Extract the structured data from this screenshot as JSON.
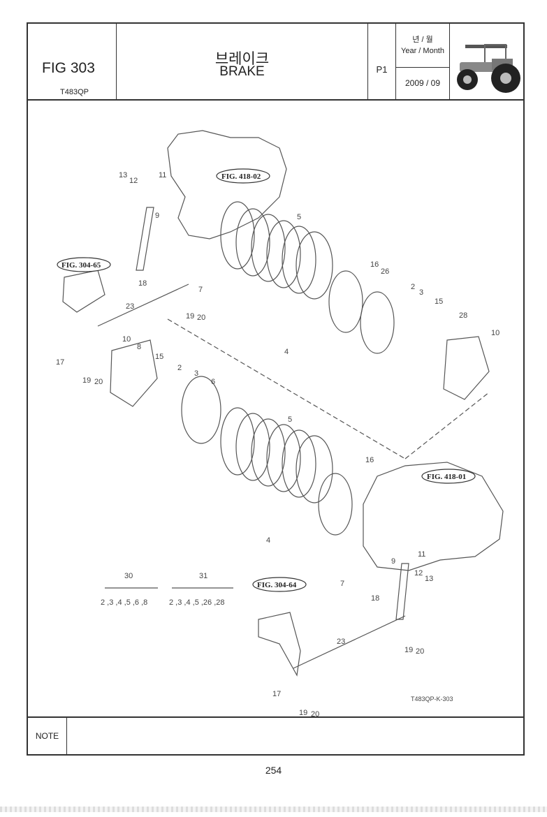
{
  "header": {
    "figure_number": "FIG 303",
    "model": "T483QP",
    "title_korean": "브레이크",
    "title_english": "BRAKE",
    "page_code": "P1",
    "date_label_korean": "년 / 월",
    "date_label_english": "Year / Month",
    "date_value": "2009 / 09"
  },
  "references": {
    "fig_418_02": "FIG. 418-02",
    "fig_304_65": "FIG. 304-65",
    "fig_418_01": "FIG. 418-01",
    "fig_304_64": "FIG. 304-64"
  },
  "part_numbers": {
    "p2": "2",
    "p3": "3",
    "p4": "4",
    "p5": "5",
    "p6": "6",
    "p7": "7",
    "p8": "8",
    "p9": "9",
    "p10": "10",
    "p11": "11",
    "p12": "12",
    "p13": "13",
    "p15": "15",
    "p16": "16",
    "p17": "17",
    "p18": "18",
    "p19": "19",
    "p20": "20",
    "p23": "23",
    "p26": "26",
    "p28": "28"
  },
  "kits": [
    {
      "number": "30",
      "contents": "2 ,3 ,4 ,5 ,6 ,8"
    },
    {
      "number": "31",
      "contents": "2 ,3 ,4 ,5 ,26 ,28"
    }
  ],
  "drawing_code": "T483QP-K-303",
  "note_label": "NOTE",
  "page_number": "254"
}
